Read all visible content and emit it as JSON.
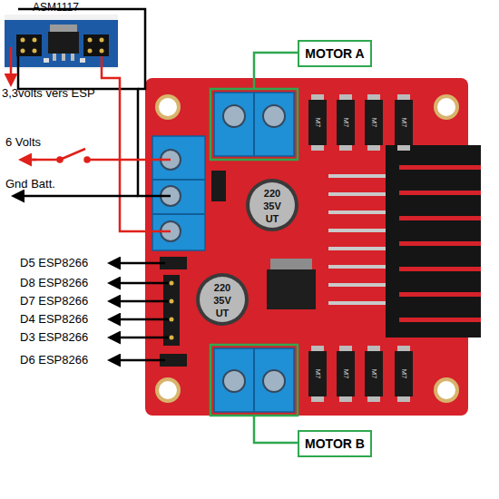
{
  "diagram": {
    "nodes": [
      {
        "text": [
          "MOTOR A"
        ]
      },
      {
        "text": [
          "MOTOR B"
        ]
      }
    ],
    "labels": [
      "ASM1117",
      "3,3volts vers ESP",
      "6 Volts",
      "Gnd Batt.",
      "D5 ESP8266",
      "D8 ESP8266",
      "D7 ESP8266",
      "D4 ESP8266",
      "D3 ESP8266",
      "D6 ESP8266",
      "220",
      "35V",
      "UT",
      "220",
      "35V",
      "UT",
      "M7",
      "M7",
      "M7",
      "M7",
      "M7",
      "M7",
      "M7",
      "M7"
    ]
  }
}
